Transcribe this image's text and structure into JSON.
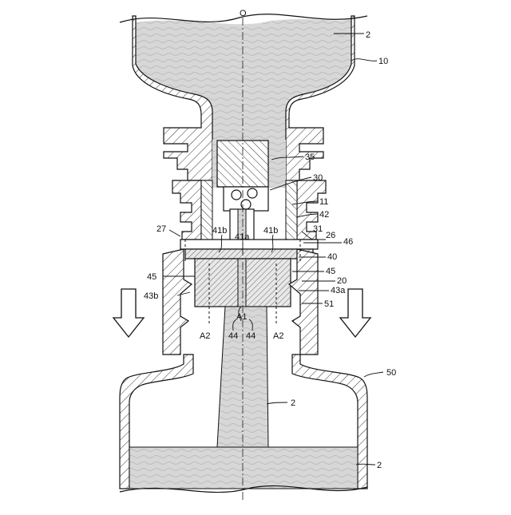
{
  "figure": {
    "top_mark": "O",
    "labels": {
      "l2_top": "2",
      "l10": "10",
      "l35": "35",
      "l30": "30",
      "l11": "11",
      "l42": "42",
      "l27": "27",
      "l41b_left": "41b",
      "l41a": "41a",
      "l41b_right": "41b",
      "l31": "31",
      "l26": "26",
      "l46": "46",
      "l40": "40",
      "l45_left": "45",
      "l45_right": "45",
      "l20": "20",
      "l43a": "43a",
      "l43b": "43b",
      "l51": "51",
      "lA1": "A1",
      "l44_left": "44",
      "l44_right": "44",
      "lA2_left": "A2",
      "lA2_right": "A2",
      "l50": "50",
      "l2_mid": "2",
      "l2_bottom": "2"
    }
  }
}
